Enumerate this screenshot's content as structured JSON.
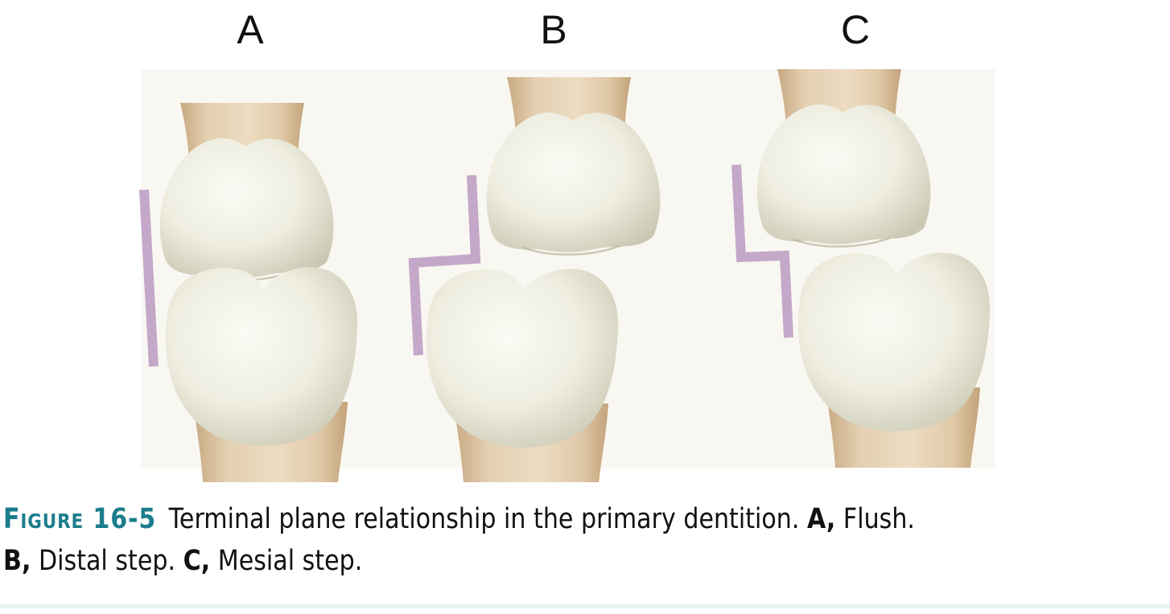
{
  "panels": [
    {
      "letter": "A",
      "relationship": "Flush"
    },
    {
      "letter": "B",
      "relationship": "Distal step"
    },
    {
      "letter": "C",
      "relationship": "Mesial step"
    }
  ],
  "caption": {
    "figure_label": "Figure 16-5",
    "text": "Terminal plane relationship in the primary dentition.",
    "part_a_label": "A,",
    "part_a_text": "Flush.",
    "part_b_label": "B,",
    "part_b_text": "Distal step.",
    "part_c_label": "C,",
    "part_c_text": "Mesial step."
  },
  "colors": {
    "crown": "#eeede0",
    "crown_shadow": "#c9c8b2",
    "root": "#e3cfb1",
    "root_shadow": "#c8a982",
    "plane_line": "#c4a8c9",
    "figure_label": "#1c7d8c",
    "background_panel": "#f9f7f1"
  }
}
